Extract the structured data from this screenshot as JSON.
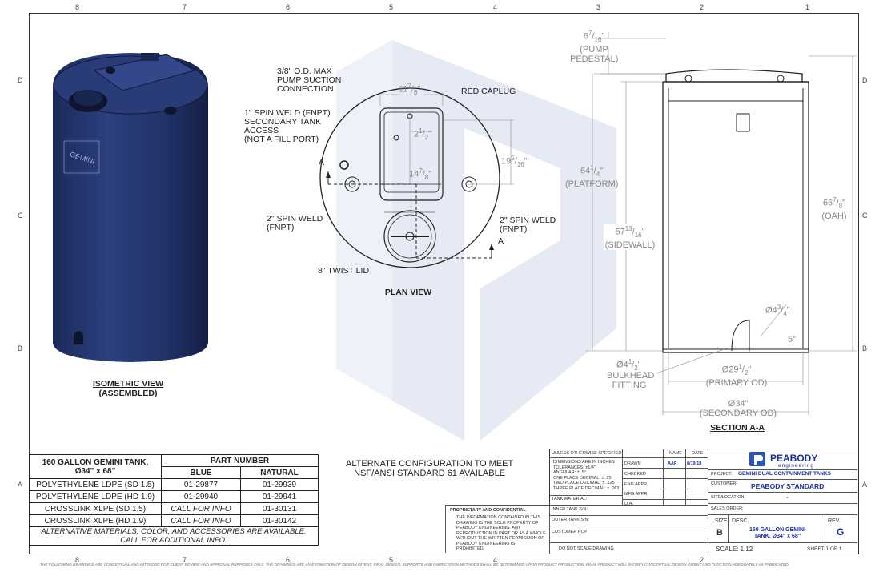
{
  "grid": {
    "columns": [
      "8",
      "7",
      "6",
      "5",
      "4",
      "3",
      "2",
      "1"
    ],
    "rows": [
      "D",
      "C",
      "B",
      "A"
    ]
  },
  "isometric": {
    "title": "ISOMETRIC VIEW",
    "subtitle": "(ASSEMBLED)",
    "brand": "GEMINI",
    "tank_color": "#22336b"
  },
  "plan": {
    "title": "PLAN VIEW",
    "section_marker": "A",
    "callouts": {
      "suction": [
        "3/8\" O.D. MAX",
        "PUMP SUCTION",
        "CONNECTION"
      ],
      "spin_weld_secondary": [
        "1\" SPIN WELD (FNPT)",
        "SECONDARY TANK",
        "ACCESS",
        "(NOT A FILL PORT)"
      ],
      "red_caplug": "RED CAPLUG",
      "spin_weld_left": [
        "2\" SPIN WELD",
        "(FNPT)"
      ],
      "spin_weld_right": [
        "2\" SPIN WELD",
        "(FNPT)"
      ],
      "twist_lid": "8\" TWIST LID"
    },
    "dims": {
      "width_whole": "11",
      "width_num": "7",
      "width_den": "8",
      "inner_whole": "2",
      "inner_num": "1",
      "inner_den": "2",
      "height_whole": "14",
      "height_num": "7",
      "height_den": "8",
      "outer_whole": "19",
      "outer_num": "5",
      "outer_den": "16"
    }
  },
  "section": {
    "title": "SECTION A-A",
    "pump_pedestal": {
      "whole": "6",
      "num": "7",
      "den": "16",
      "label": [
        "(PUMP",
        "PEDESTAL)"
      ]
    },
    "platform": {
      "whole": "64",
      "num": "1",
      "den": "4",
      "label": "(PLATFORM)"
    },
    "sidewall": {
      "whole": "57",
      "num": "13",
      "den": "16",
      "label": "(SIDEWALL)"
    },
    "oah": {
      "whole": "66",
      "num": "7",
      "den": "8",
      "label": "(OAH)"
    },
    "bulkhead_dia": {
      "prefix": "Ø4",
      "num": "3",
      "den": "4"
    },
    "bulkhead_height": "5\"",
    "bulkhead_label": [
      "BULKHEAD",
      "FITTING"
    ],
    "bulkhead_size": {
      "prefix": "Ø4",
      "num": "1",
      "den": "2"
    },
    "primary_od": {
      "prefix": "Ø29",
      "num": "1",
      "den": "2",
      "label": "(PRIMARY OD)"
    },
    "secondary_od": {
      "value": "Ø34\"",
      "label": "(SECONDARY OD)"
    }
  },
  "parts_table": {
    "title": [
      "160 GALLON GEMINI TANK,",
      "Ø34\" x 68\""
    ],
    "header": "PART NUMBER",
    "col_blue": "BLUE",
    "col_natural": "NATURAL",
    "rows": [
      {
        "name": "POLYETHYLENE LDPE (SD 1.5)",
        "blue": "01-29877",
        "natural": "01-29939"
      },
      {
        "name": "POLYETHYLENE LDPE (HD 1.9)",
        "blue": "01-29940",
        "natural": "01-29941"
      },
      {
        "name": "CROSSLINK XLPE (SD 1.5)",
        "blue": "CALL FOR INFO",
        "natural": "01-30131"
      },
      {
        "name": "CROSSLINK XLPE (HD 1.9)",
        "blue": "CALL FOR INFO",
        "natural": "01-30142"
      }
    ],
    "footer": [
      "ALTERNATIVE MATERIALS, COLOR, AND ACCESSORIES ARE AVAILABLE.",
      "CALL FOR ADDITIONAL INFO."
    ]
  },
  "alt_config": [
    "ALTERNATE CONFIGURATION TO MEET",
    "NSF/ANSI STANDARD 61 AVAILABLE"
  ],
  "title_block": {
    "unless": "UNLESS OTHERWISE SPECIFIED:",
    "name_h": "NAME",
    "date_h": "DATE",
    "tolerances": [
      "DIMENSIONS ARE IN INCHES",
      "TOLERANCES: ±1/4\"",
      "ANGULAR: ± .5°",
      "ONE PLACE DECIMAL: ± .25",
      "TWO PLACE DECIMAL: ± .125",
      "THREE PLACE DECIMAL: ± .063"
    ],
    "drawn": "DRAWN",
    "drawn_name": "AAF",
    "drawn_date": "8/19/19",
    "checked": "CHECKED",
    "eng_appr": "ENG APPR.",
    "mfg_appr": "MFG APPR.",
    "qa": "Q.A.",
    "tank_material": "TANK MATERIAL:",
    "inner_sn": "INNER TANK S/N:",
    "outer_sn": "OUTER TANK S/N:",
    "customer_po": "CUSTOMER PO#",
    "do_not_scale": "DO NOT SCALE DRAWING",
    "proprietary_h": "PROPRIETARY AND CONFIDENTIAL",
    "proprietary": [
      "THE INFORMATION CONTAINED IN THIS",
      "DRAWING IS THE SOLE PROPERTY OF",
      "PEABODY ENGINEERING. ANY",
      "REPRODUCTION IN PART OR AS A WHOLE",
      "WITHOUT THE WRITTEN PERMISSION OF",
      "PEABODY ENGINEERING IS",
      "PROHIBITED."
    ],
    "logo": "PEABODY",
    "logo_sub": "engineering",
    "project_l": "PROJECT:",
    "project": "GEMINI DUAL CONTAINMENT TANKS",
    "customer_l": "CUSTOMER:",
    "customer": "PEABODY STANDARD",
    "site_l": "SITE/LOCATION:",
    "site": "-",
    "sales_l": "SALES ORDER:",
    "size_l": "SIZE",
    "size": "B",
    "desc_l": "DESC.",
    "desc": [
      "160 GALLON GEMINI",
      "TANK, Ø34\" x 68\""
    ],
    "rev_l": "REV.",
    "rev": "G",
    "scale": "SCALE: 1:12",
    "sheet": "SHEET  1  OF  1"
  },
  "disclaimer": "THE FOLLOWING DRAWINGS ARE CONCEPTUAL AND INTENDED FOR CLIENT REVIEW AND APPROVAL PURPOSES ONLY. THE DRAWINGS ARE AN ESTIMATION OF DESIGN INTENT. FINAL DESIGN, SUPPORTS AND FABRICATION METHODS SHALL BE DETERMINED UPON PRODUCT PRODUCTION. FINAL PRODUCT WILL SATISFY CONCEPTUAL DESIGN INTENT AND FUNCTION ADEQUATELY AS FABRICATED."
}
